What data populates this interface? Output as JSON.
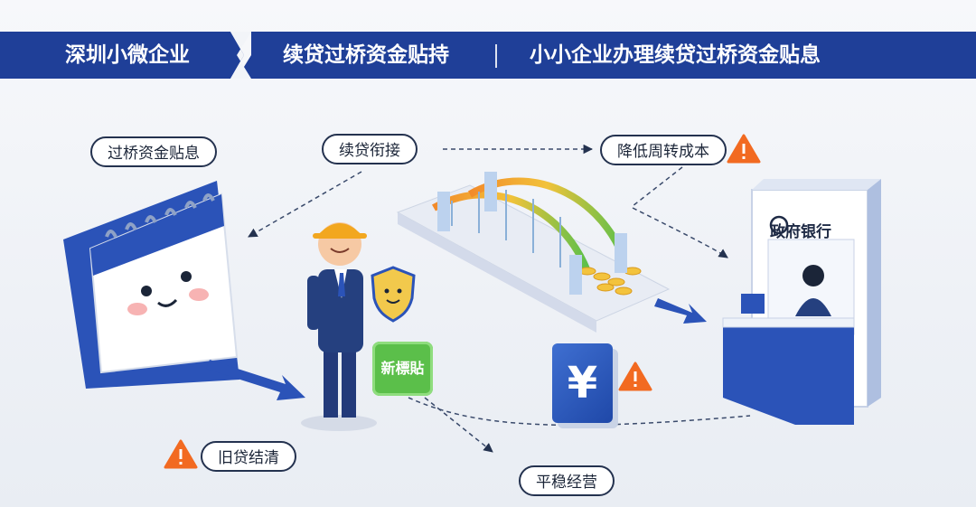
{
  "banner": {
    "segment_1": "深圳小微企业",
    "segment_2": "续贷过桥资金贴持",
    "segment_3": "小小企业办理续贷过桥资金贴息",
    "color_primary": "#1f3f98",
    "color_secondary": "#2b53b8"
  },
  "labels": {
    "bridge_subsidy": "过桥资金贴息",
    "loan_connection": "续贷衔接",
    "reduce_cost": "降低周转成本",
    "old_loan_cleared": "旧贷结清",
    "stable_operation": "平稳经营"
  },
  "bank": {
    "name": "政府银行"
  },
  "badge": {
    "text": "新標貼"
  },
  "currency_icon": {
    "symbol": "¥"
  },
  "colors": {
    "warning": "#f26a21",
    "accent_blue": "#2b53b8",
    "badge_green": "#5bbf4a"
  }
}
